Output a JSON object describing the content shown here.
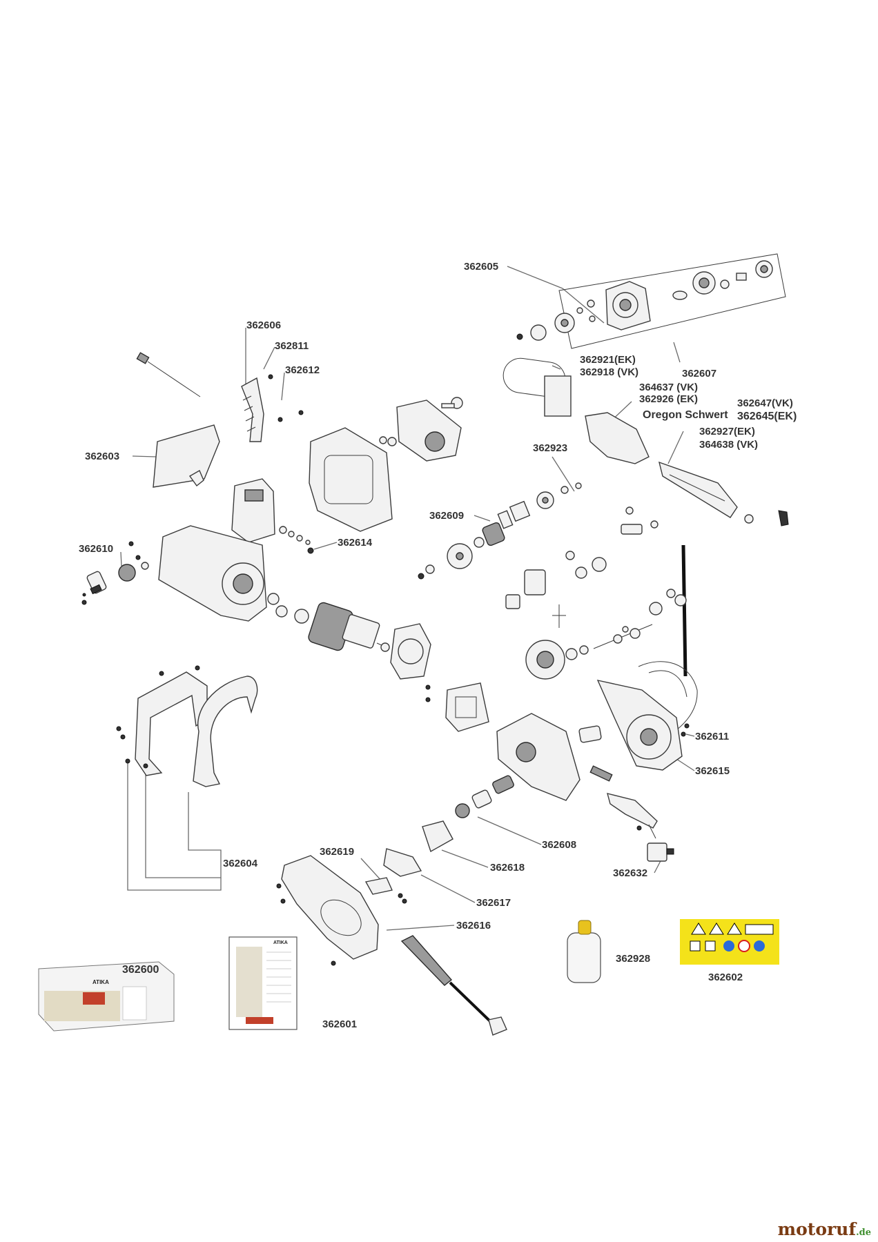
{
  "labels": {
    "l362605": "362605",
    "l362606": "362606",
    "l362811": "362811",
    "l362612": "362612",
    "l362603": "362603",
    "l362921": "362921(EK)",
    "l362918": "362918 (VK)",
    "l362607": "362607",
    "l364637": "364637 (VK)",
    "l362926": "362926 (EK)",
    "l362647": "362647(VK)",
    "l362645": "362645(EK)",
    "l_oregon": "Oregon Schwert",
    "l362927": "362927(EK)",
    "l364638": "364638 (VK)",
    "l362923": "362923",
    "l362609": "362609",
    "l362614": "362614",
    "l362610": "362610",
    "l362611": "362611",
    "l362615": "362615",
    "l362608": "362608",
    "l362604": "362604",
    "l362619": "362619",
    "l362618": "362618",
    "l362632": "362632",
    "l362617": "362617",
    "l362616": "362616",
    "l362928": "362928",
    "l362602": "362602",
    "l362600": "362600",
    "l362601": "362601"
  },
  "manual_title": "ATIKA",
  "box_brand": "ATIKA",
  "watermark": {
    "name": "motoruf",
    "suffix": ".de"
  },
  "colors": {
    "label": "#333333",
    "leader": "#6a6a6a",
    "warning_yellow": "#f4e21a",
    "bottle_cap": "#e8c21e",
    "watermark_brown": "#7a3b13",
    "watermark_green": "#3f8f2f"
  }
}
